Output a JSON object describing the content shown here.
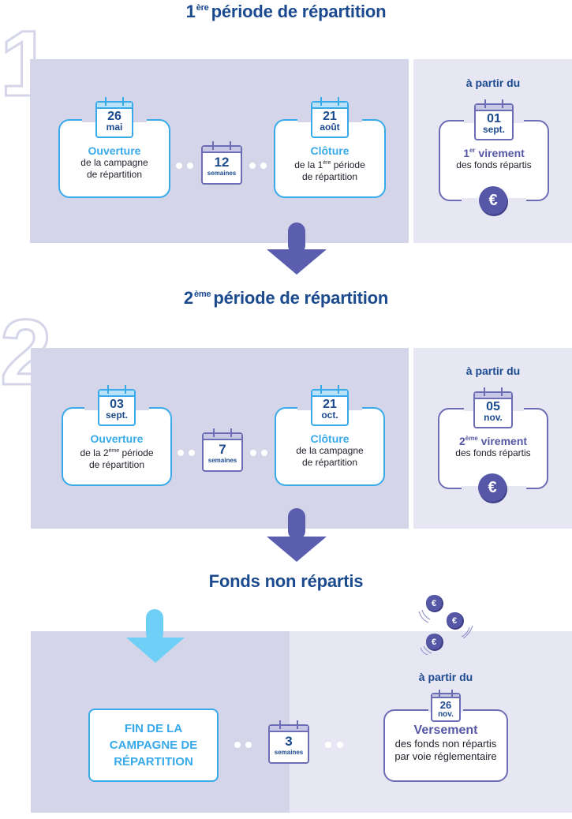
{
  "colors": {
    "navy": "#1b4a8f",
    "sky": "#38aaea",
    "violet": "#5657a6",
    "panel_dark": "#d4d5e9",
    "panel_light": "#e7e7f4",
    "arrow_light": "#6fcff7"
  },
  "sections": [
    {
      "number": "1",
      "title_prefix": "1",
      "title_sup": "ère",
      "title_rest": "période de répartition",
      "opening": {
        "day": "26",
        "month": "mai",
        "title": "Ouverture",
        "line1": "de la campagne",
        "line2": "de répartition"
      },
      "duration": {
        "value": "12",
        "unit": "semaines"
      },
      "closing": {
        "day": "21",
        "month": "août",
        "title": "Clôture",
        "line1_prefix": "de la 1",
        "line1_sup": "ère",
        "line1_rest": " période",
        "line2": "de répartition"
      },
      "transfer": {
        "from_label": "à partir du",
        "day": "01",
        "month": "sept.",
        "title_prefix": "1",
        "title_sup": "er",
        "title_rest": " virement",
        "line1": "des fonds répartis",
        "coin_icon": "€"
      }
    },
    {
      "number": "2",
      "title_prefix": "2",
      "title_sup": "ème",
      "title_rest": "période de répartition",
      "opening": {
        "day": "03",
        "month": "sept.",
        "title": "Ouverture",
        "line1_prefix": "de la 2",
        "line1_sup": "ème",
        "line1_rest": " période",
        "line2": "de répartition"
      },
      "duration": {
        "value": "7",
        "unit": "semaines"
      },
      "closing": {
        "day": "21",
        "month": "oct.",
        "title": "Clôture",
        "line1": "de la campagne",
        "line2": "de répartition"
      },
      "transfer": {
        "from_label": "à partir du",
        "day": "05",
        "month": "nov.",
        "title_prefix": "2",
        "title_sup": "ème",
        "title_rest": " virement",
        "line1": "des fonds répartis",
        "coin_icon": "€"
      }
    }
  ],
  "final": {
    "title": "Fonds non répartis",
    "end_label_line1": "FIN DE LA",
    "end_label_line2": "CAMPAGNE DE",
    "end_label_line3": "RÉPARTITION",
    "duration": {
      "value": "3",
      "unit": "semaines"
    },
    "from_label": "à partir du",
    "day": "26",
    "month": "nov.",
    "payment_title": "Versement",
    "payment_line1": "des fonds non répartis",
    "payment_line2": "par voie réglementaire",
    "coin_icon": "€"
  }
}
